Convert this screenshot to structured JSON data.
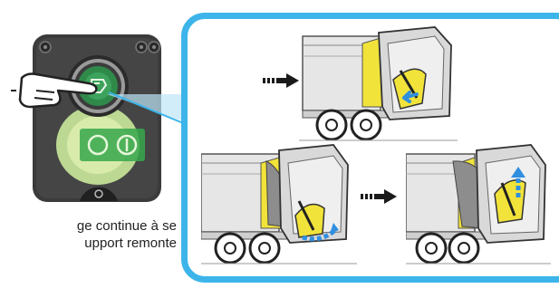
{
  "caption": {
    "line1": "ge continue à se",
    "line2": "upport remonte"
  },
  "colors": {
    "panel_border": "#3db5ea",
    "control_box": "#3b3b3b",
    "button_green": "#2f8a4a",
    "glow": "#c9e89a",
    "truck_yellow": "#f1e33a",
    "arrow_blue": "#2f8fe0"
  },
  "icons": {
    "hand": "pointing-hand-icon",
    "button_symbol": "truck-tailgate-icon",
    "arrow": "dashed-right-arrow-icon"
  },
  "steps": [
    {
      "name": "step-1",
      "action": "tailgate-compacting"
    },
    {
      "name": "step-2",
      "action": "support-lowering"
    },
    {
      "name": "step-3",
      "action": "support-raising"
    }
  ]
}
